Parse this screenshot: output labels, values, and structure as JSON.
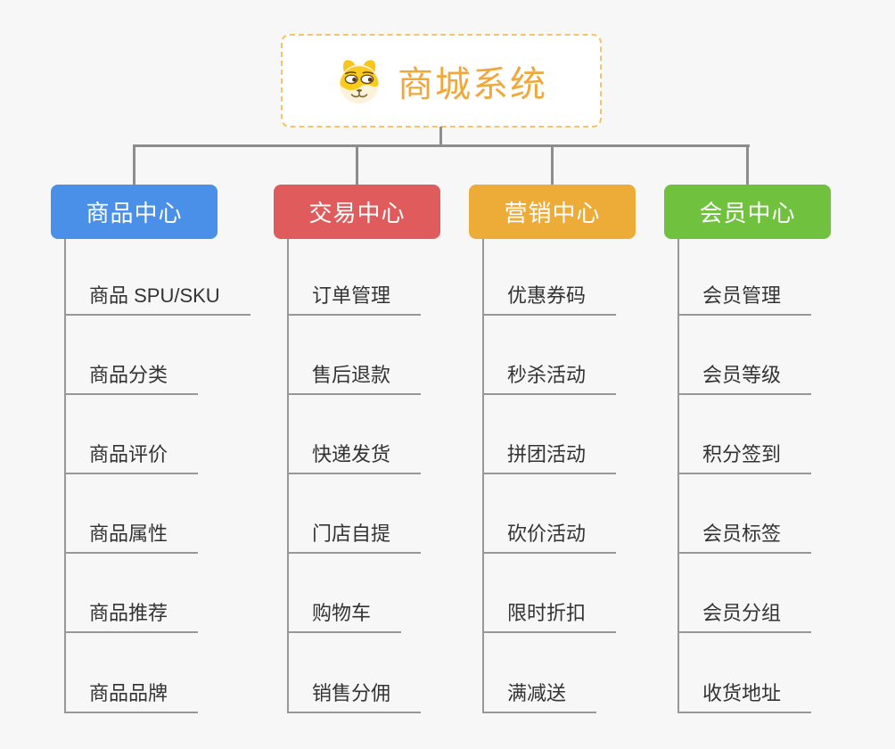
{
  "root": {
    "title": "商城系统",
    "icon": "dog-face-icon"
  },
  "branches": [
    {
      "label": "商品中心",
      "color": "#4b90e8",
      "items": [
        "商品 SPU/SKU",
        "商品分类",
        "商品评价",
        "商品属性",
        "商品推荐",
        "商品品牌"
      ]
    },
    {
      "label": "交易中心",
      "color": "#e05b5b",
      "items": [
        "订单管理",
        "售后退款",
        "快递发货",
        "门店自提",
        "购物车",
        "销售分佣"
      ]
    },
    {
      "label": "营销中心",
      "color": "#edac38",
      "items": [
        "优惠券码",
        "秒杀活动",
        "拼团活动",
        "砍价活动",
        "限时折扣",
        "满减送"
      ]
    },
    {
      "label": "会员中心",
      "color": "#6fc13e",
      "items": [
        "会员管理",
        "会员等级",
        "积分签到",
        "会员标签",
        "会员分组",
        "收货地址"
      ]
    }
  ],
  "colors": {
    "background": "#f7f7f7",
    "connector_line": "#8d8d8d",
    "item_underline": "#989898",
    "root_text": "#f0a83c",
    "root_border": "#f6c36b",
    "item_text": "#333333"
  }
}
